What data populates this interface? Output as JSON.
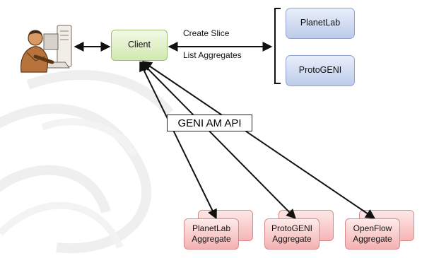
{
  "client": {
    "label": "Client"
  },
  "registries": [
    {
      "label": "PlanetLab"
    },
    {
      "label": "ProtoGENI"
    }
  ],
  "edge_labels": {
    "create_slice": "Create Slice",
    "list_aggregates": "List Aggregates"
  },
  "api_label": "GENI AM API",
  "aggregates": [
    {
      "label": "PlanetLab\nAggregate"
    },
    {
      "label": "ProtoGENI\nAggregate"
    },
    {
      "label": "OpenFlow\nAggregate"
    }
  ],
  "colors": {
    "client_fill": "#d2e9b0",
    "registry_fill": "#bccbea",
    "aggregate_fill": "#f4b2b2",
    "arrow": "#111111"
  },
  "icons": {
    "user": "person-at-computer-icon"
  }
}
